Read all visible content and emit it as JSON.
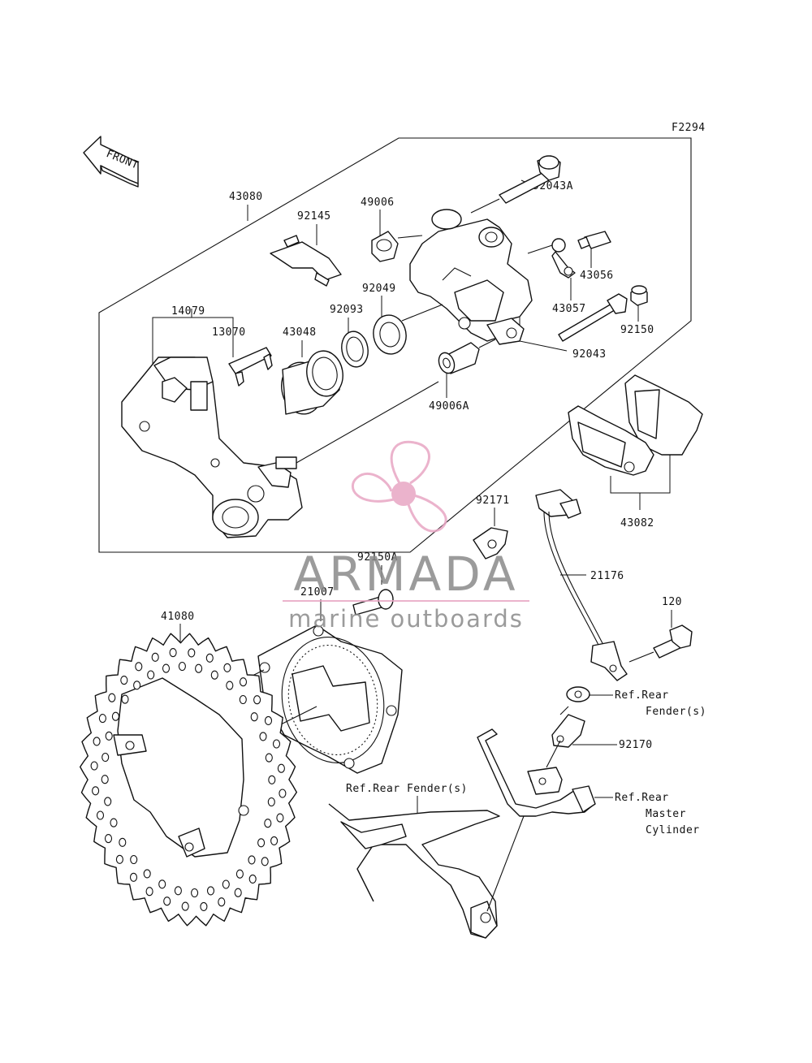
{
  "diagram": {
    "figure_code": "F2294",
    "front_arrow_text": "FRONT",
    "labels": {
      "p43080": "43080",
      "p92145": "92145",
      "p49006": "49006",
      "p92043A": "92043A",
      "p43056": "43056",
      "p14079": "14079",
      "p92049": "92049",
      "p43057": "43057",
      "p92093": "92093",
      "p13070": "13070",
      "p43048": "43048",
      "p92150": "92150",
      "p92043": "92043",
      "p49006A": "49006A",
      "p43082": "43082",
      "p92171": "92171",
      "p92150A": "92150A",
      "p21007": "21007",
      "p21176": "21176",
      "p41080": "41080",
      "p120": "120"
    },
    "refs": {
      "rear_fender_line1": "Ref.Rear",
      "rear_fender_line2": "Fender(s)",
      "p92170": "92170",
      "master_line1": "Ref.Rear",
      "master_line2": "Master",
      "master_line3": "Cylinder",
      "rear_fender_bottom": "Ref.Rear Fender(s)"
    }
  },
  "watermark": {
    "brand": "ARMADA",
    "tagline": "marine outboards",
    "color_pink": "#e8a6c4",
    "color_grey": "#8a8a8a"
  }
}
